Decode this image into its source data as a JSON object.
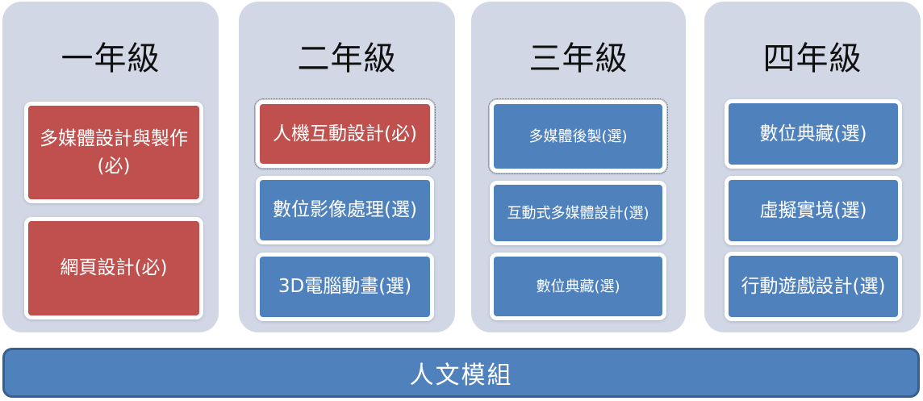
{
  "columns": [
    {
      "title": "一年級",
      "courses": [
        {
          "label": "多媒體設計與製作(必)",
          "color": "red"
        },
        {
          "label": "網頁設計(必)",
          "color": "red"
        }
      ]
    },
    {
      "title": "二年級",
      "courses": [
        {
          "label": "人機互動設計(必)",
          "color": "red"
        },
        {
          "label": "數位影像處理(選)",
          "color": "blue"
        },
        {
          "label": "3D電腦動畫(選)",
          "color": "blue"
        }
      ]
    },
    {
      "title": "三年級",
      "courses": [
        {
          "label": "多媒體後製(選)",
          "color": "blue"
        },
        {
          "label": "互動式多媒體設計(選)",
          "color": "blue"
        },
        {
          "label": "數位典藏(選)",
          "color": "blue"
        }
      ]
    },
    {
      "title": "四年級",
      "courses": [
        {
          "label": "數位典藏(選)",
          "color": "blue"
        },
        {
          "label": "虛擬實境(選)",
          "color": "blue"
        },
        {
          "label": "行動遊戲設計(選)",
          "color": "blue"
        }
      ]
    }
  ],
  "module_label": "人文模組",
  "colors": {
    "panel_bg": "#d1d7e5",
    "required": "#c0504d",
    "elective": "#4f81bd",
    "module_border": "#37608f"
  }
}
